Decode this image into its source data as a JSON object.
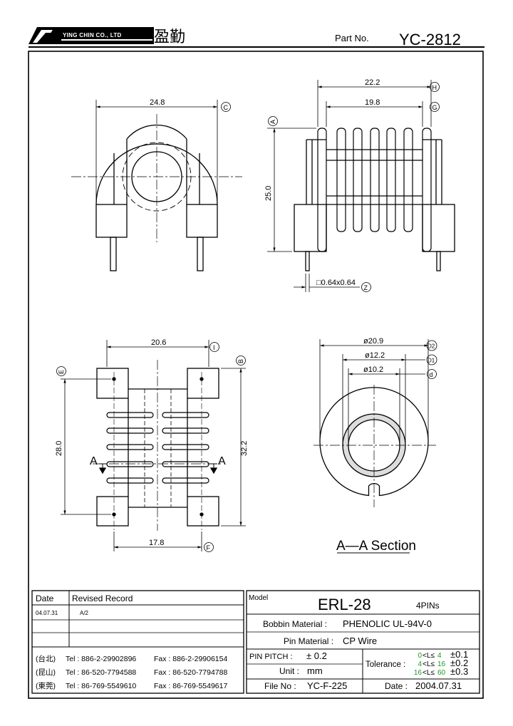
{
  "header": {
    "company_en": "YING CHIN CO., LTD",
    "company_cn": "盈勤",
    "part_label": "Part  No.",
    "part_no": "YC-2812"
  },
  "dimensions": {
    "top_left_width": "24.8",
    "top_right_outer": "22.2",
    "top_right_inner": "19.8",
    "top_right_height": "25.0",
    "pin_size": "□0.64x0.64",
    "bottom_left_width": "20.6",
    "bottom_left_inner": "28.0",
    "bottom_left_outer": "32.2",
    "bottom_left_pin_span": "17.8",
    "section_d2": "ø20.9",
    "section_d1": "ø12.2",
    "section_d": "ø10.2",
    "section_arrow": "A"
  },
  "markers": {
    "c": "C",
    "h": "H",
    "g": "G",
    "a": "A",
    "z": "Z",
    "i": "I",
    "e": "E",
    "b": "B",
    "f": "F",
    "d2": "D2",
    "d1": "D1",
    "d": "d"
  },
  "section_title": "A—A  Section",
  "revision": {
    "date_header": "Date",
    "record_header": "Revised  Record",
    "rows": [
      {
        "date": "04.07.31",
        "record": "A/2"
      },
      {
        "date": "",
        "record": ""
      },
      {
        "date": "",
        "record": ""
      }
    ]
  },
  "contacts": [
    {
      "region": "(台北)",
      "tel": "Tel : 886-2-29902896",
      "fax": "Fax : 886-2-29906154"
    },
    {
      "region": "(昆山)",
      "tel": "Tel : 86-520-7794588",
      "fax": "Fax : 86-520-7794788"
    },
    {
      "region": "(東莞)",
      "tel": "Tel : 86-769-5549610",
      "fax": "Fax : 86-769-5549617"
    }
  ],
  "spec": {
    "model_label": "Model",
    "model": "ERL-28",
    "pins": "4PINs",
    "bobbin_label": "Bobbin  Material :",
    "bobbin_value": "PHENOLIC UL-94V-0",
    "pin_label": "Pin  Material :",
    "pin_value": "CP Wire",
    "pitch_label": "PIN  PITCH :",
    "pitch_value": "± 0.2",
    "unit_label": "Unit :",
    "unit_value": "mm",
    "file_label": "File  No :",
    "file_value": "YC-F-225",
    "date_label": "Date :",
    "date_value": "2004.07.31",
    "tolerance_label": "Tolerance :",
    "tolerances": [
      {
        "lo": "0",
        "rel": "<L≤",
        "hi": "4",
        "val": "±0.1"
      },
      {
        "lo": "4",
        "rel": "<L≤",
        "hi": "16",
        "val": "±0.2"
      },
      {
        "lo": "16",
        "rel": "<L≤",
        "hi": "60",
        "val": "±0.3"
      }
    ]
  },
  "colors": {
    "tolerance_green": "#1a9a1a"
  }
}
